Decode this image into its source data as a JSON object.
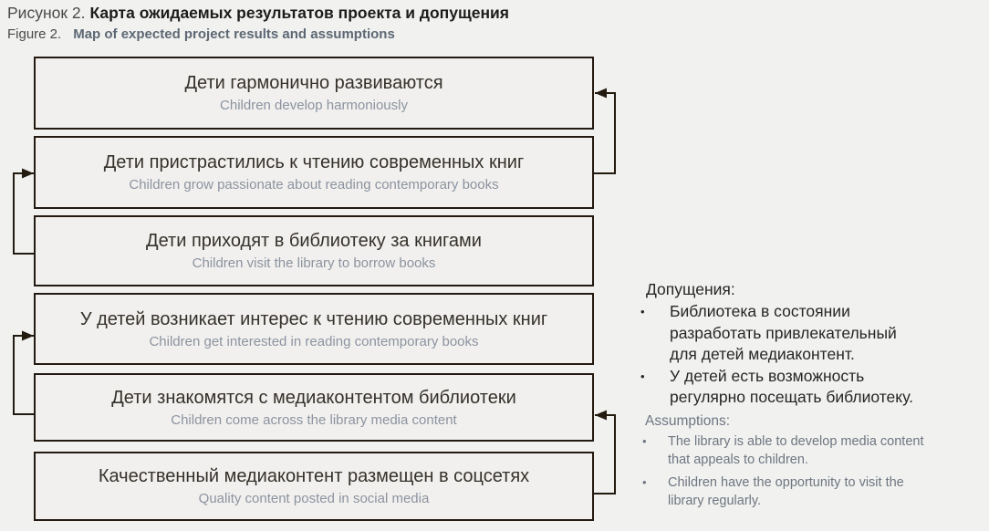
{
  "colors": {
    "background": "#f1f1ef",
    "box_fill": "#f1f0ee",
    "box_border": "#241a12",
    "arrow": "#231a10",
    "text_primary": "#35312b",
    "text_secondary": "#8c93a0",
    "caption_ru_title": "#1c1c1c",
    "caption_en_title": "#5d6874",
    "assumptions_en_text": "#6e7681"
  },
  "caption": {
    "ru_prefix": "Рисунок 2.",
    "ru_title": "Карта ожидаемых результатов проекта и допущения",
    "en_prefix": "Figure 2.",
    "en_title": "Map of expected project results and assumptions"
  },
  "boxes": [
    {
      "ru": "Дети гармонично развиваются",
      "en": "Children develop harmoniously"
    },
    {
      "ru": "Дети пристрастились к чтению современных книг",
      "en": "Children grow passionate about reading contemporary books"
    },
    {
      "ru": "Дети приходят в библиотеку за книгами",
      "en": "Children visit the library to borrow books"
    },
    {
      "ru": "У детей возникает интерес к чтению современных книг",
      "en": "Children get interested in reading contemporary books"
    },
    {
      "ru": "Дети знакомятся с медиаконтентом библиотеки",
      "en": "Children come across the library media content"
    },
    {
      "ru": "Качественный медиаконтент размещен в соцсетях",
      "en": "Quality content posted in social media"
    }
  ],
  "connections": [
    {
      "from": "box-6-social-media",
      "to": "box-5-media-content",
      "side": "right"
    },
    {
      "from": "box-5-media-content",
      "to": "box-4-interest-reading",
      "side": "left"
    },
    {
      "from": "box-3-visit-library",
      "to": "box-2-passionate-reading",
      "side": "left"
    },
    {
      "from": "box-2-passionate-reading",
      "to": "box-1-develop-harmoniously",
      "side": "right"
    }
  ],
  "assumptions": {
    "ru": {
      "heading": "Допущения:",
      "bullet": "•",
      "items": [
        "Библиотека в состоянии\nразработать привлекательный\nдля детей медиаконтент.",
        "У детей есть возможность\nрегулярно посещать библиотеку."
      ]
    },
    "en": {
      "heading": "Assumptions:",
      "bullet": "•",
      "items": [
        "The library is able to develop media content\nthat appeals to children.",
        "Children have the opportunity to visit the\nlibrary regularly."
      ]
    }
  }
}
